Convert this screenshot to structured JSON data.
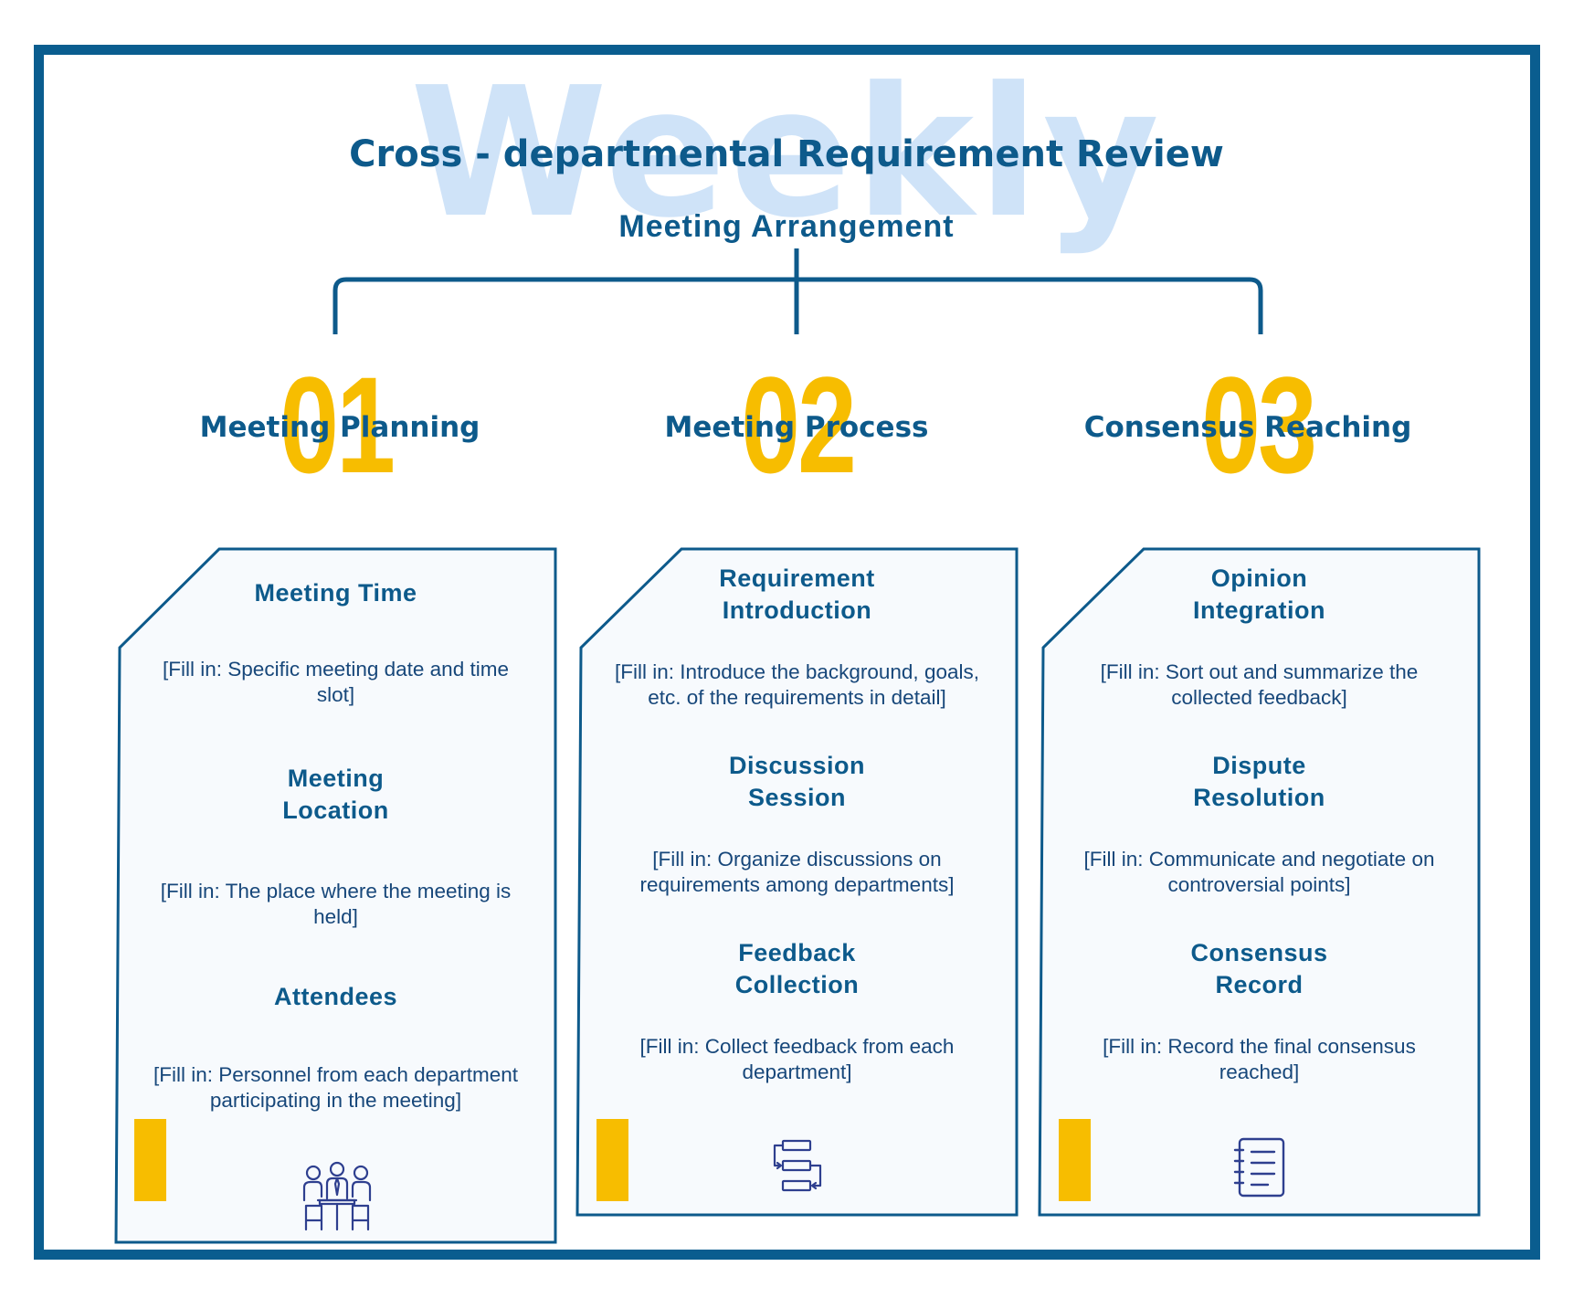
{
  "watermark": "Weekly",
  "title": "Cross - departmental Requirement Review",
  "subtitle": "Meeting Arrangement",
  "colors": {
    "primary": "#0d5a8b",
    "accent": "#f7bd00",
    "watermark": "#cfe3f8",
    "icon": "#2e3f8f"
  },
  "stages": [
    {
      "number": "01",
      "title": "Meeting Planning",
      "icon": "meeting-people-icon",
      "items": [
        {
          "title": "Meeting Time",
          "desc": "[Fill in: Specific meeting date and time slot]"
        },
        {
          "title": "Meeting Location",
          "desc": "[Fill in: The place where the meeting is held]"
        },
        {
          "title": "Attendees",
          "desc": "[Fill in: Personnel from each department participating in the meeting]"
        }
      ]
    },
    {
      "number": "02",
      "title": "Meeting Process",
      "icon": "process-flow-icon",
      "items": [
        {
          "title": "Requirement Introduction",
          "desc": "[Fill in: Introduce the background, goals, etc. of the requirements in detail]"
        },
        {
          "title": "Discussion Session",
          "desc": "[Fill in: Organize discussions on requirements among departments]"
        },
        {
          "title": "Feedback Collection",
          "desc": "[Fill in: Collect feedback from each department]"
        }
      ]
    },
    {
      "number": "03",
      "title": "Consensus Reaching",
      "icon": "notebook-icon",
      "items": [
        {
          "title": "Opinion Integration",
          "desc": "[Fill in: Sort out and summarize the collected feedback]"
        },
        {
          "title": "Dispute Resolution",
          "desc": "[Fill in: Communicate and negotiate on controversial points]"
        },
        {
          "title": "Consensus Record",
          "desc": "[Fill in: Record the final consensus reached]"
        }
      ]
    }
  ]
}
